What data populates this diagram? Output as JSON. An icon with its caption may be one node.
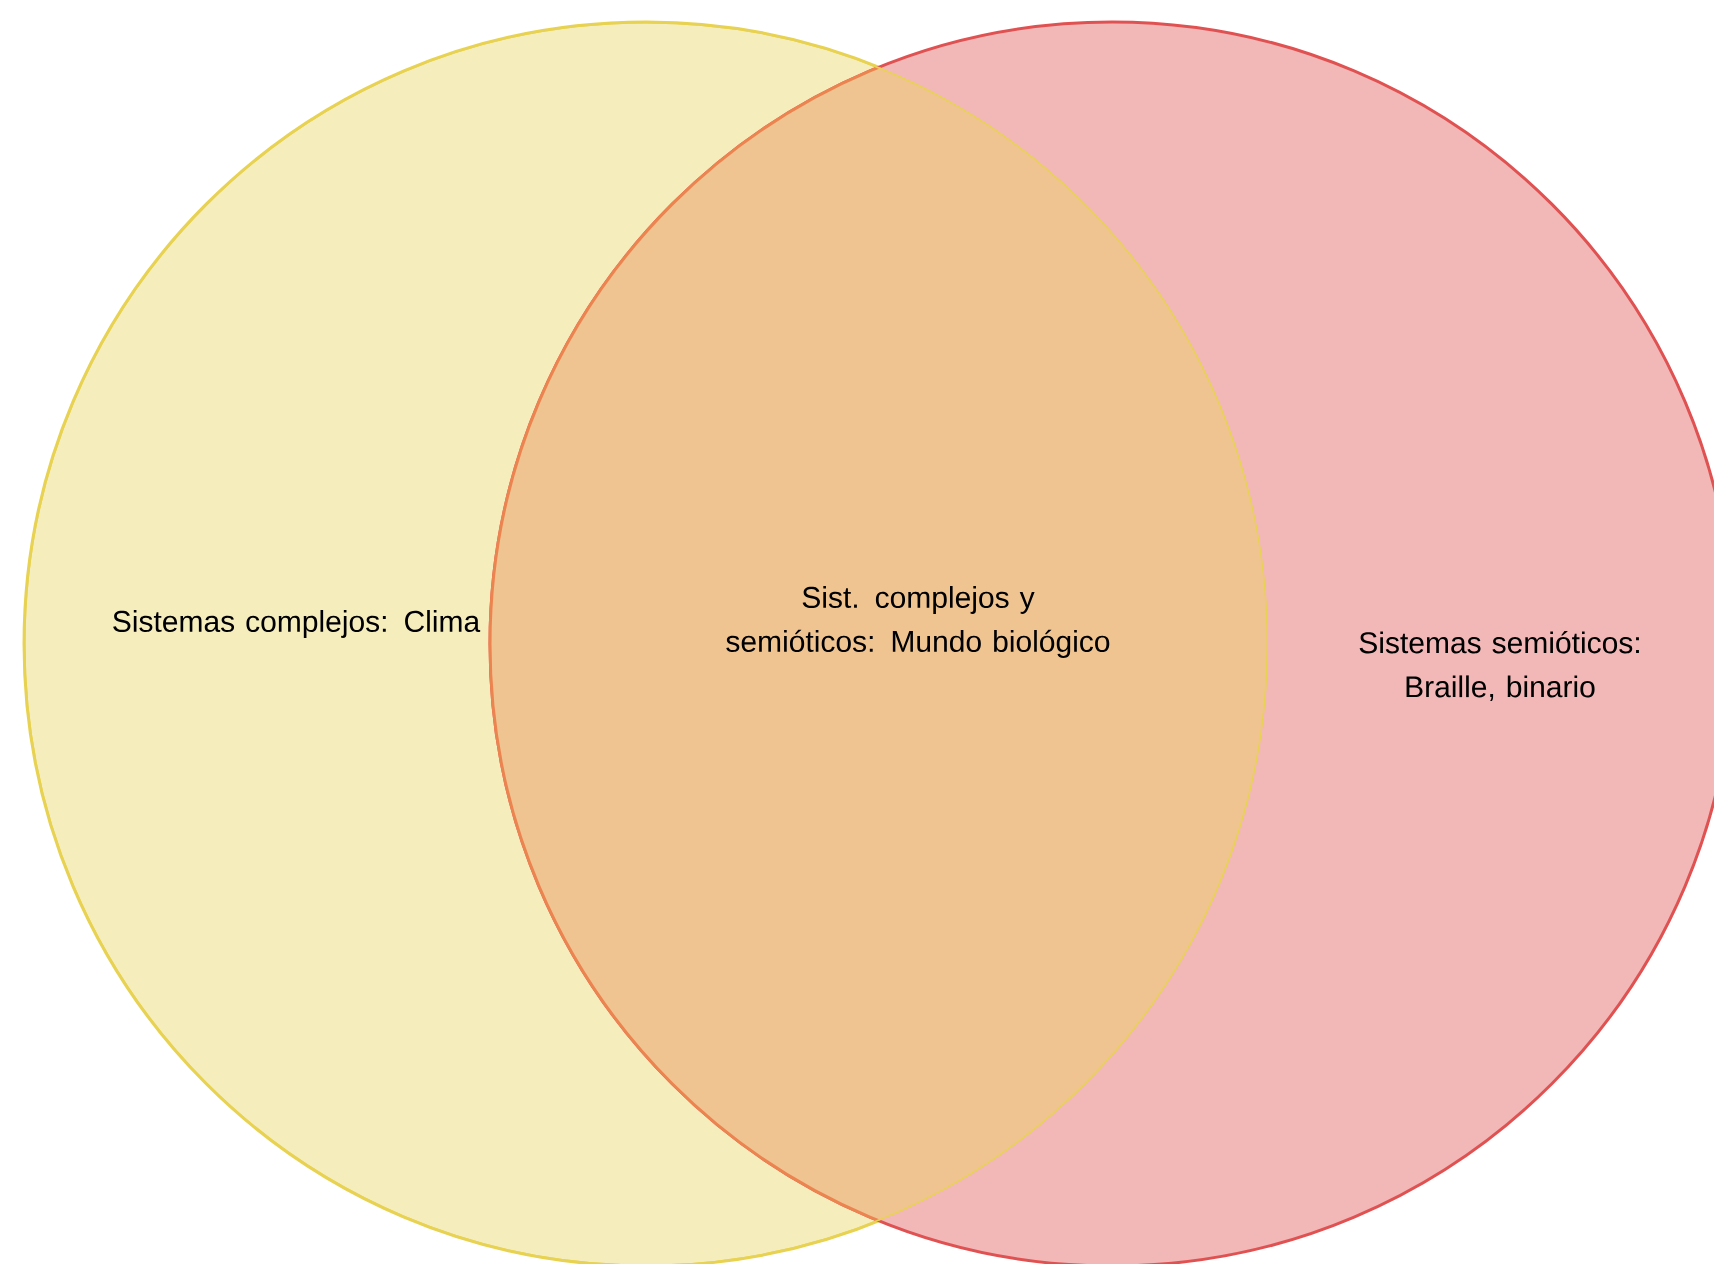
{
  "diagram": {
    "nodes": [
      {
        "text": [
          "Sistemas complejos: Clima"
        ]
      },
      {
        "text": [
          "Sistemas semióticos: Braille, binario"
        ]
      }
    ],
    "labels": [
      "Sist. complejos y semióticos: Mundo biológico"
    ]
  }
}
